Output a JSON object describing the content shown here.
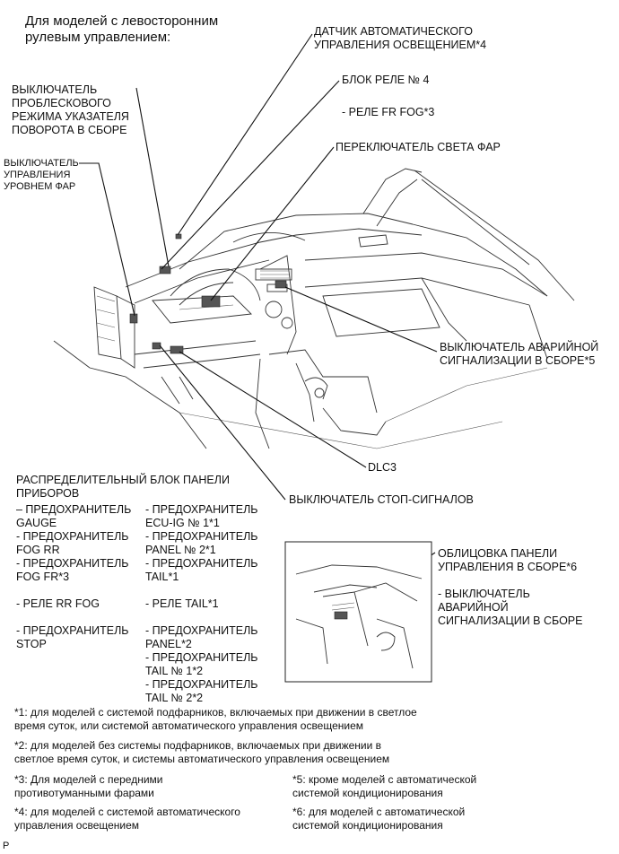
{
  "header": "Для моделей с левосторонним\nрулевым управлением:",
  "labels": {
    "auto_light_sensor": "ДАТЧИК АВТОМАТИЧЕСКОГО\nУПРАВЛЕНИЯ ОСВЕЩЕНИЕМ*4",
    "relay_block_4": "БЛОК РЕЛЕ № 4",
    "relay_fr_fog": "- РЕЛЕ FR FOG*3",
    "headlight_switch": "ПЕРЕКЛЮЧАТЕЛЬ СВЕТА ФАР",
    "turn_flasher_switch": "ВЫКЛЮЧАТЕЛЬ\nПРОБЛЕСКОВОГО\nРЕЖИМА УКАЗАТЕЛЯ\nПОВОРОТА В СБОРЕ",
    "headlight_level_switch": "ВЫКЛЮЧАТЕЛЬ\nУПРАВЛЕНИЯ\nУРОВНЕМ ФАР",
    "hazard_switch": "ВЫКЛЮЧАТЕЛЬ АВАРИЙНОЙ\nСИГНАЛИЗАЦИИ В СБОРЕ*5",
    "dlc3": "DLC3",
    "stop_light_switch": "ВЫКЛЮЧАТЕЛЬ СТОП-СИГНАЛОВ",
    "instrument_panel_jb": "РАСПРЕДЕЛИТЕЛЬНЫЙ БЛОК ПАНЕЛИ\nПРИБОРОВ",
    "jb_left": "– ПРЕДОХРАНИТЕЛЬ\nGAUGE\n- ПРЕДОХРАНИТЕЛЬ\nFOG RR\n- ПРЕДОХРАНИТЕЛЬ\nFOG FR*3\n\n- РЕЛЕ RR FOG\n\n- ПРЕДОХРАНИТЕЛЬ\nSTOP",
    "jb_right": "- ПРЕДОХРАНИТЕЛЬ\nECU-IG № 1*1\n- ПРЕДОХРАНИТЕЛЬ\nPANEL № 2*1\n- ПРЕДОХРАНИТЕЛЬ\nTAIL*1\n\n- РЕЛЕ TAIL*1\n\n- ПРЕДОХРАНИТЕЛЬ\nPANEL*2\n- ПРЕДОХРАНИТЕЛЬ\nTAIL № 1*2\n- ПРЕДОХРАНИТЕЛЬ\nTAIL № 2*2",
    "center_panel_trim": "ОБЛИЦОВКА ПАНЕЛИ\nУПРАВЛЕНИЯ В СБОРЕ*6",
    "center_panel_hazard": "- ВЫКЛЮЧАТЕЛЬ\nАВАРИЙНОЙ\nСИГНАЛИЗАЦИИ В СБОРЕ"
  },
  "footnotes": {
    "n1": "*1: для моделей с системой подфарников, включаемых при движении в светлое\nвремя суток, или системой автоматического управления освещением",
    "n2": "*2: для моделей без системы подфарников, включаемых при движении в\nсветлое время суток, и системы автоматического управления освещением",
    "n3": "*3: Для моделей с передними\nпротивотуманными фарами",
    "n4": "*4: для моделей с системой автоматического\nуправления освещением",
    "n5": "*5: кроме моделей с автоматической\nсистемой кондиционирования",
    "n6": "*6: для моделей с автоматической\nсистемой кондиционирования"
  },
  "corner_mark": "P"
}
